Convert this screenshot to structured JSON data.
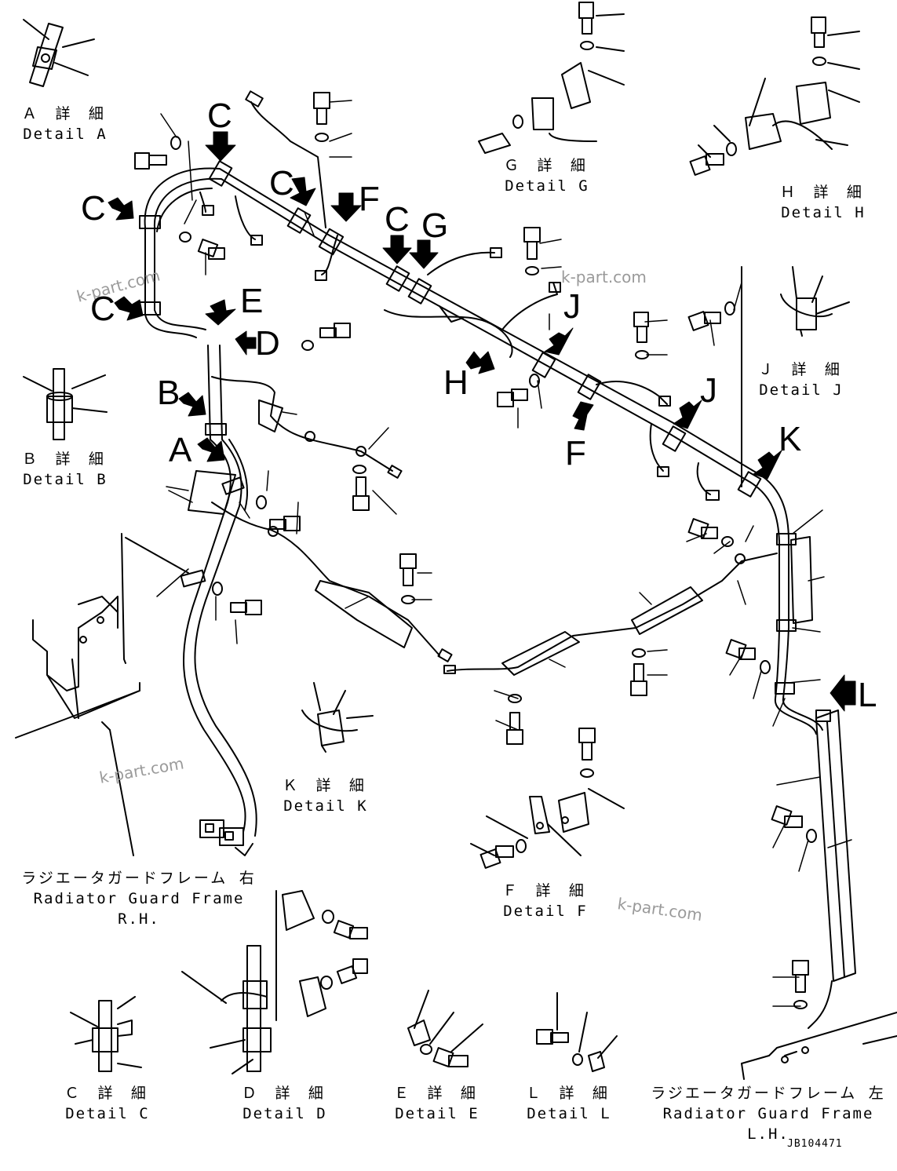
{
  "details": {
    "a": {
      "jp": "Ａ 詳 細",
      "en": "Detail A"
    },
    "b": {
      "jp": "Ｂ 詳 細",
      "en": "Detail B"
    },
    "c": {
      "jp": "Ｃ 詳 細",
      "en": "Detail C"
    },
    "d": {
      "jp": "Ｄ 詳 細",
      "en": "Detail D"
    },
    "e": {
      "jp": "Ｅ 詳 細",
      "en": "Detail E"
    },
    "f": {
      "jp": "Ｆ 詳 細",
      "en": "Detail F"
    },
    "g": {
      "jp": "Ｇ 詳 細",
      "en": "Detail G"
    },
    "h": {
      "jp": "Ｈ 詳 細",
      "en": "Detail H"
    },
    "j": {
      "jp": "Ｊ 詳 細",
      "en": "Detail J"
    },
    "k": {
      "jp": "Ｋ 詳 細",
      "en": "Detail K"
    },
    "l": {
      "jp": "Ｌ 詳 細",
      "en": "Detail L"
    }
  },
  "frames": {
    "rh": {
      "jp": "ラジエータガードフレーム 右",
      "en": "Radiator Guard Frame R.H."
    },
    "lh": {
      "jp": "ラジエータガードフレーム 左",
      "en": "Radiator Guard Frame L.H."
    }
  },
  "callouts": {
    "a": "A",
    "b": "B",
    "c": "C",
    "d": "D",
    "e": "E",
    "f": "F",
    "g": "G",
    "h": "H",
    "j": "J",
    "k": "K",
    "l": "L"
  },
  "watermark": "k-part.com",
  "drawing_code": "JB104471",
  "colors": {
    "line": "#000000",
    "paper": "#ffffff",
    "watermark": "#9a9a9a"
  }
}
